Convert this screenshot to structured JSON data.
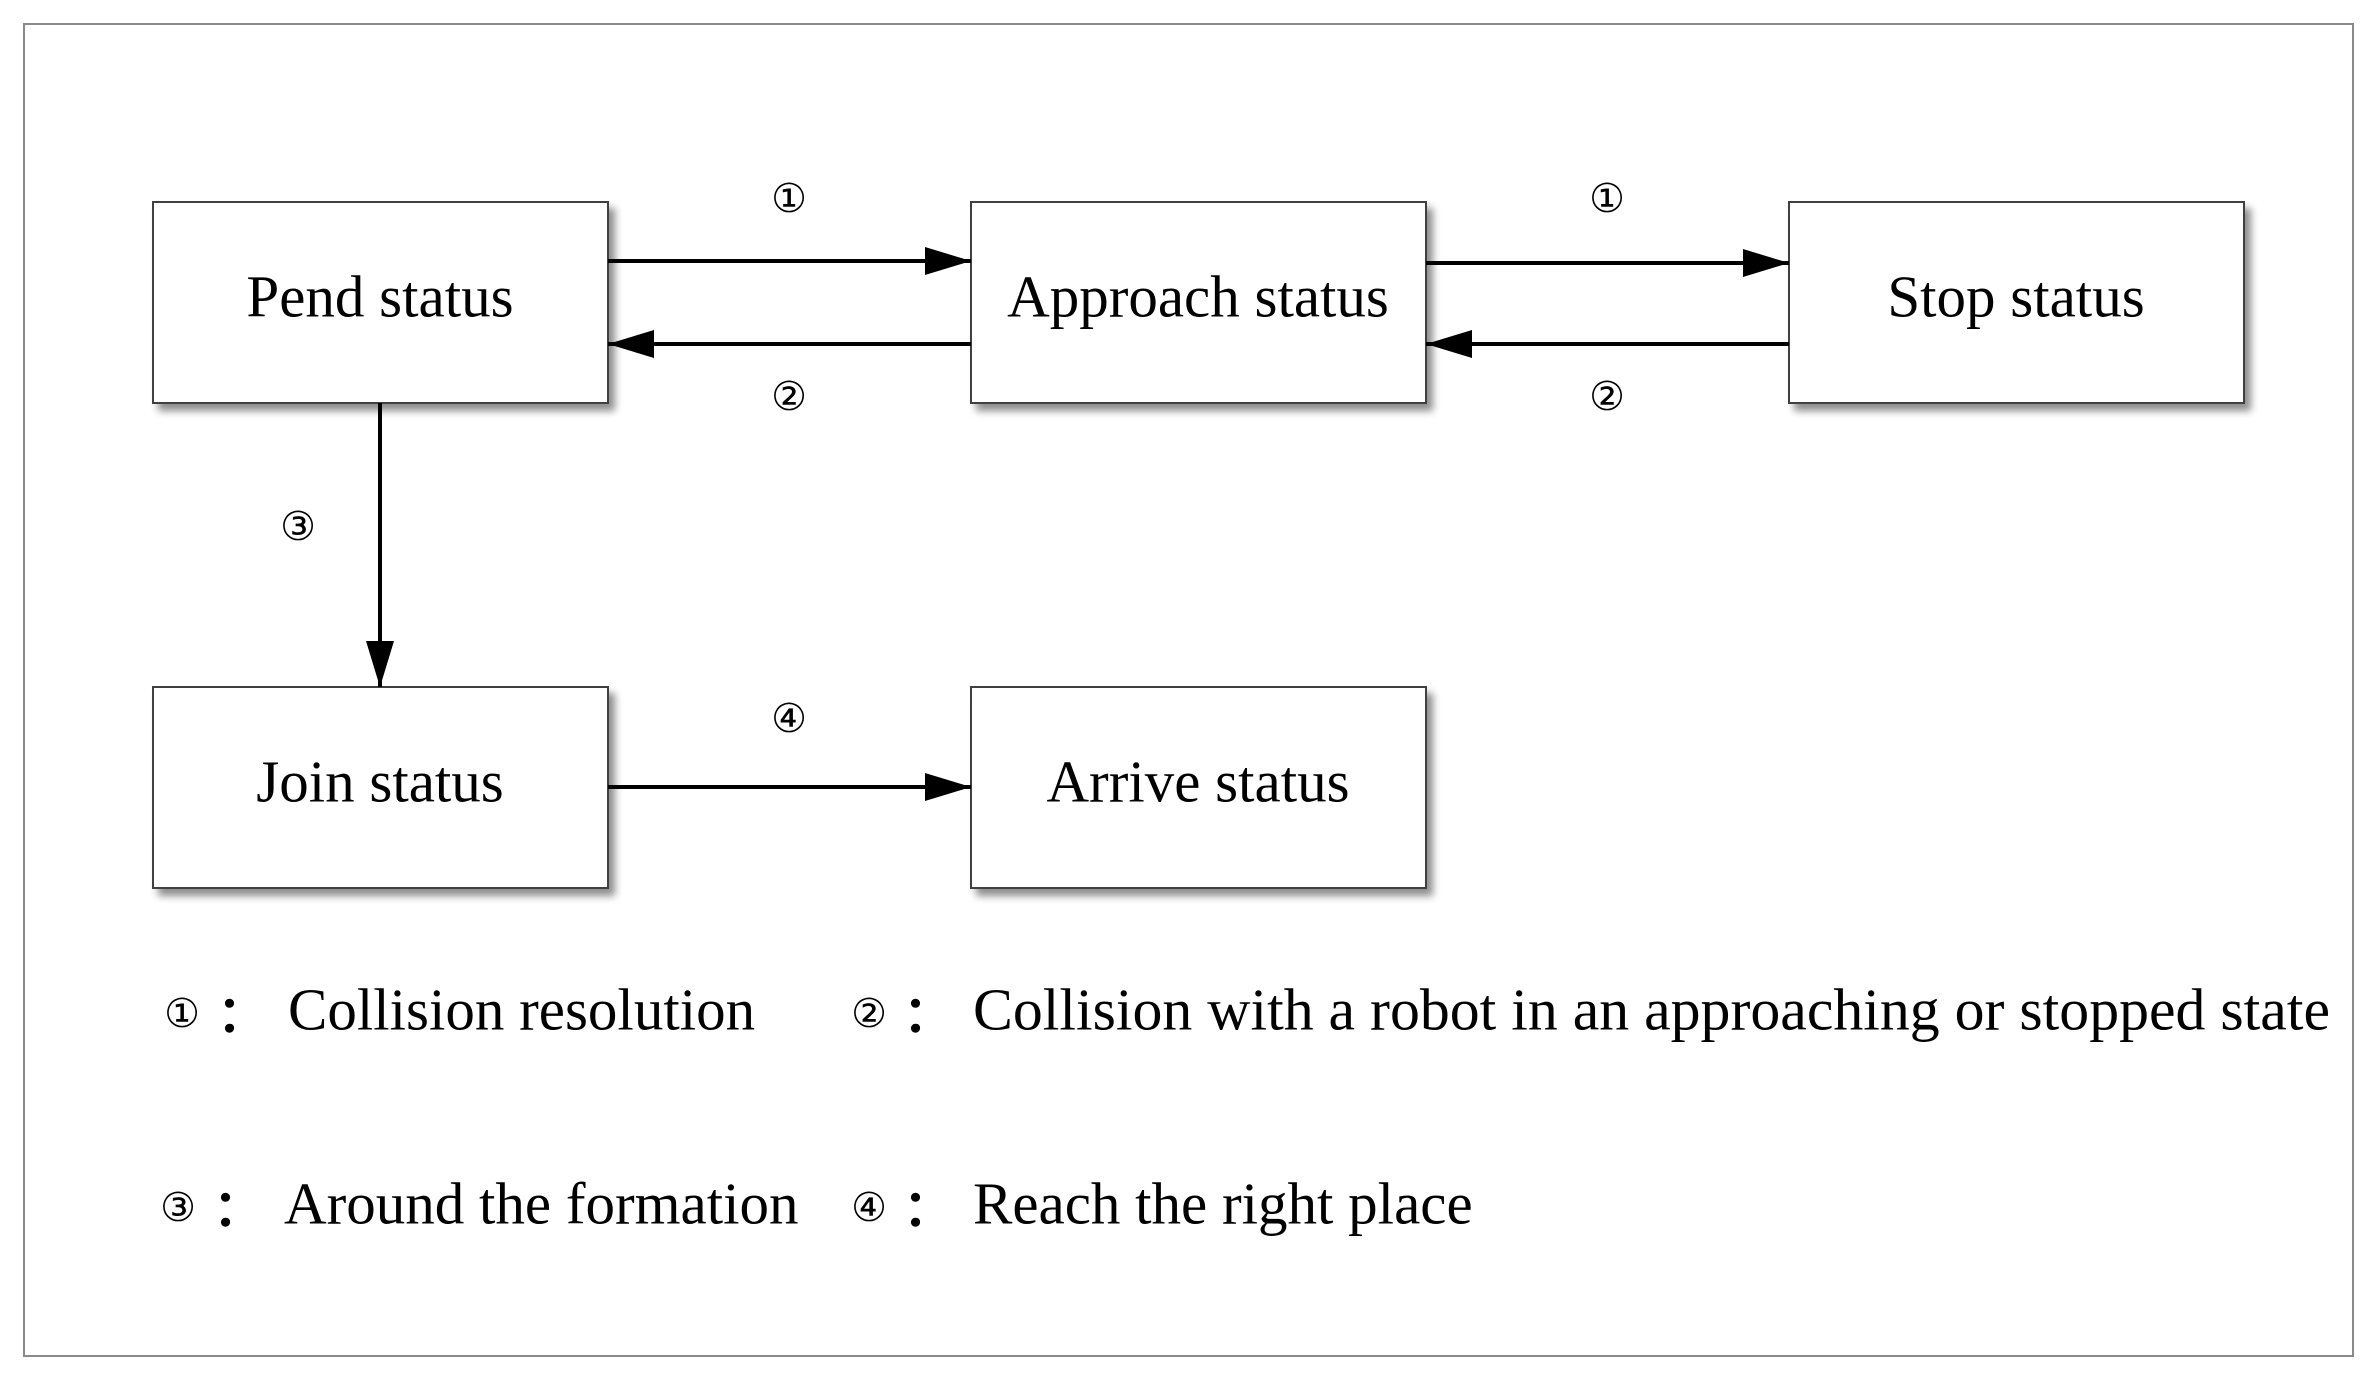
{
  "colors": {
    "stroke": "#000000",
    "box_fill": "#ffffff",
    "box_border": "#404040",
    "shadow": "#9a9a9a",
    "frame": "#8a8a8a"
  },
  "states": {
    "pend": "Pend status",
    "approach": "Approach status",
    "stop": "Stop status",
    "join": "Join status",
    "arrive": "Arrive status"
  },
  "transitions": [
    {
      "from": "Pend status",
      "to": "Approach status",
      "label": "①"
    },
    {
      "from": "Approach status",
      "to": "Stop status",
      "label": "①"
    },
    {
      "from": "Approach status",
      "to": "Pend status",
      "label": "②"
    },
    {
      "from": "Stop status",
      "to": "Approach status",
      "label": "②"
    },
    {
      "from": "Pend status",
      "to": "Join status",
      "label": "③"
    },
    {
      "from": "Join status",
      "to": "Arrive status",
      "label": "④"
    }
  ],
  "legend": [
    {
      "symbol": "①",
      "colon": "：",
      "text": "Collision resolution"
    },
    {
      "symbol": "②",
      "colon": "：",
      "text": "Collision with a robot in an approaching or stopped state"
    },
    {
      "symbol": "③",
      "colon": "：",
      "text": "Around the formation"
    },
    {
      "symbol": "④",
      "colon": "：",
      "text": "Reach the right place"
    }
  ]
}
